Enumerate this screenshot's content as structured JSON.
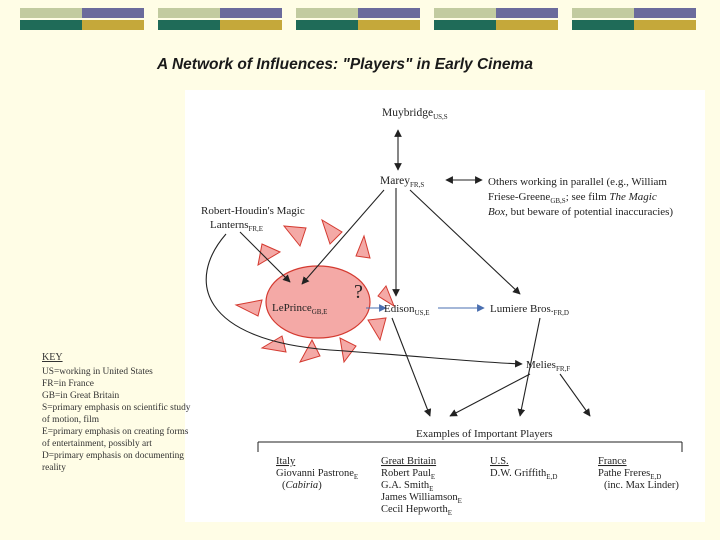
{
  "slide": {
    "title": "A Network of Influences: \"Players\" in Early Cinema",
    "colors": {
      "background": "#fffde6",
      "sun": "#f4a9a6",
      "sun_stroke": "#d43a30",
      "stripe_gray": "#c7c7c7",
      "stripe_green": "#1f6b58",
      "stripe_gold": "#c5a83a",
      "stripe_purple": "#6b6b9c",
      "stripe_sage": "#c2cba0"
    }
  },
  "nodes": {
    "muybridge": {
      "name": "Muybridge",
      "sub": "US,S"
    },
    "marey": {
      "name": "Marey",
      "sub": "FR,S"
    },
    "others": {
      "line1": "Others working in parallel (e.g., William",
      "line2_name": "Friese-Greene",
      "line2_sub": "GB,S",
      "line2_rest": "; see film ",
      "line2_italic": "The Magic",
      "line3_italic": "Box",
      "line3_rest": ", but beware of potential inaccuracies)"
    },
    "robert_houdin": {
      "line1": "Robert-Houdin's Magic",
      "line2": "Lanterns",
      "sub": "FR,E"
    },
    "leprince": {
      "name": "LePrince",
      "sub": "GB,E"
    },
    "question": "?",
    "edison": {
      "name": "Edison",
      "sub": "US,E"
    },
    "lumiere": {
      "name": "Lumiere Bros.",
      "sub": "FR,D"
    },
    "melies": {
      "name": "Melies",
      "sub": "FR,F"
    }
  },
  "examples": {
    "heading": "Examples of Important Players",
    "columns": [
      {
        "country": "Italy",
        "items": [
          {
            "text": "Giovanni Pastrone",
            "sub": "E",
            "italic": false
          },
          {
            "text": "(Cabiria)",
            "sub": "",
            "italic": true
          }
        ]
      },
      {
        "country": "Great Britain",
        "items": [
          {
            "text": "Robert Paul",
            "sub": "E",
            "italic": false
          },
          {
            "text": "G.A. Smith",
            "sub": "E",
            "italic": false
          },
          {
            "text": "James Williamson",
            "sub": "E",
            "italic": false
          },
          {
            "text": "Cecil Hepworth",
            "sub": "E",
            "italic": false
          }
        ]
      },
      {
        "country": "U.S.",
        "items": [
          {
            "text": "D.W. Griffith",
            "sub": "E,D",
            "italic": false
          }
        ]
      },
      {
        "country": "France",
        "items": [
          {
            "text": "Pathe Freres",
            "sub": "E,D",
            "italic": false
          },
          {
            "text": "(inc. Max Linder)",
            "sub": "",
            "italic": false
          }
        ]
      }
    ]
  },
  "key": {
    "title": "KEY",
    "lines": [
      "US=working in United States",
      "FR=in France",
      "GB=in Great Britain",
      "S=primary emphasis on scientific study",
      "of motion, film",
      "E=primary emphasis on creating forms",
      "of entertainment, possibly art",
      "D=primary emphasis on documenting",
      "reality"
    ]
  }
}
